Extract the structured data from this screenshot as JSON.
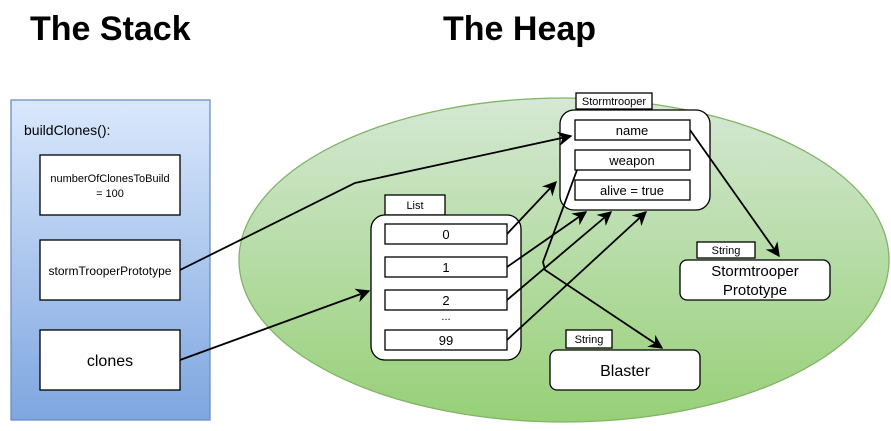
{
  "titles": {
    "stack": "The Stack",
    "heap": "The Heap"
  },
  "stack": {
    "frame_label": "buildClones():",
    "var_count_line1": "numberOfClonesToBuild",
    "var_count_line2": "= 100",
    "var_prototype": "stormTrooperPrototype",
    "var_clones": "clones"
  },
  "heap": {
    "stormtrooper": {
      "tag": "Stormtrooper",
      "fields": [
        "name",
        "weapon",
        "alive = true"
      ]
    },
    "list": {
      "tag": "List",
      "items": [
        "0",
        "1",
        "2",
        "...",
        "99"
      ]
    },
    "string_name": {
      "tag": "String",
      "line1": "Stormtrooper",
      "line2": "Prototype"
    },
    "string_weapon": {
      "tag": "String",
      "value": "Blaster"
    }
  },
  "colors": {
    "stack_top": "#dae8fc",
    "stack_bottom": "#7ea6e0",
    "stack_border": "#6c8ebf",
    "heap_top": "#d5e8d4",
    "heap_bottom": "#97d077",
    "heap_border": "#82b366"
  }
}
